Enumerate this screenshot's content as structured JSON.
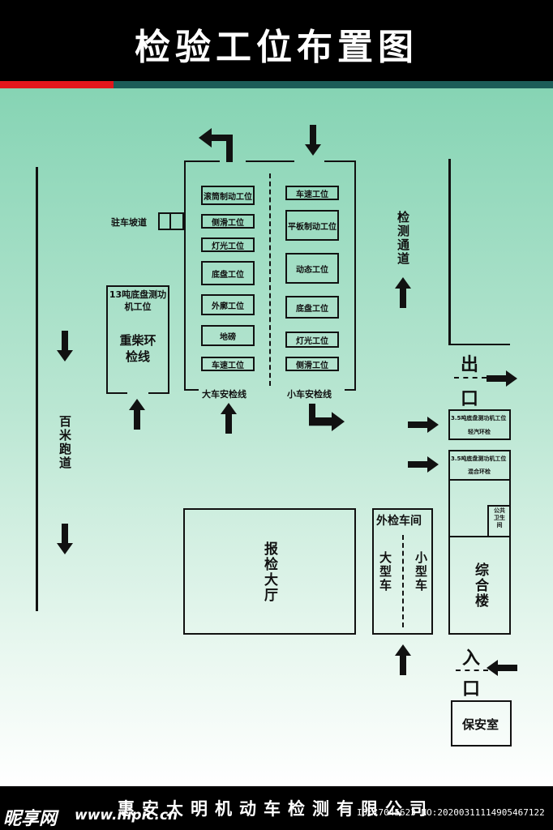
{
  "title": "检验工位布置图",
  "footer_company": "惠安大明机动车检测有限公司",
  "watermark": {
    "logo": "昵享网",
    "site": "www.nipic.cn",
    "id": "ID:17045623 NO:20200311114905467122"
  },
  "large_line": {
    "label": "大车安检线",
    "stations": [
      "滚筒制动工位",
      "侧滑工位",
      "灯光工位",
      "底盘工位",
      "外廓工位",
      "地磅",
      "车速工位"
    ]
  },
  "small_line": {
    "label": "小车安检线",
    "stations": [
      "车速工位",
      "平板制动工位",
      "动态工位",
      "底盘工位",
      "灯光工位",
      "侧滑工位"
    ]
  },
  "ramp_label": "驻车坡道",
  "chassis13": {
    "title": "13吨底盘测功机工位",
    "name": "重柴环检线"
  },
  "runway": "百米跑道",
  "detect_channel": "检测通道",
  "exit": {
    "top": "出",
    "bottom": "口"
  },
  "entry": {
    "top": "入",
    "bottom": "口"
  },
  "chassis35_a": {
    "title": "3.5吨底盘测功机工位",
    "sub": "轻汽环检"
  },
  "chassis35_b": {
    "title": "3.5吨底盘测功机工位",
    "sub": "混合环检"
  },
  "toilet": "公共卫生间",
  "building": "综合楼",
  "hall": "报检大厅",
  "workshop": {
    "title": "外检车间",
    "large": "大型车",
    "small": "小型车"
  },
  "guard": "保安室"
}
